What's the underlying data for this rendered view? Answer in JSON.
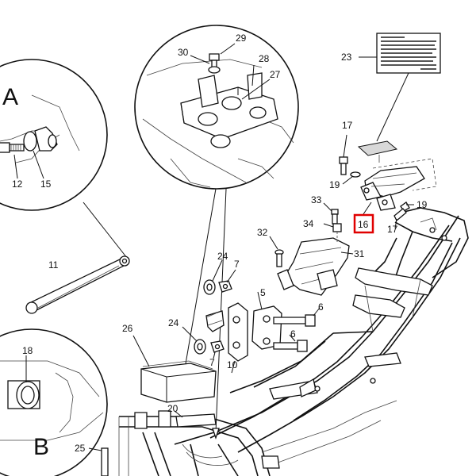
{
  "detail_labels": {
    "a": "A",
    "b": "B"
  },
  "callouts": {
    "c5": "5",
    "c6a": "6",
    "c6b": "6",
    "c7a": "7",
    "c7b": "7",
    "c10": "10",
    "c11": "11",
    "c12": "12",
    "c15": "15",
    "c16": "16",
    "c17": "17",
    "c18": "18",
    "c19a": "19",
    "c19b": "19",
    "c20": "20",
    "c23": "23",
    "c24a": "24",
    "c24b": "24",
    "c25": "25",
    "c26": "26",
    "c27": "27",
    "c28": "28",
    "c29": "29",
    "c30": "30",
    "c31": "31",
    "c32": "32",
    "c33": "33",
    "c34": "34"
  },
  "highlight": {
    "label": "16",
    "color": "#e00000"
  }
}
